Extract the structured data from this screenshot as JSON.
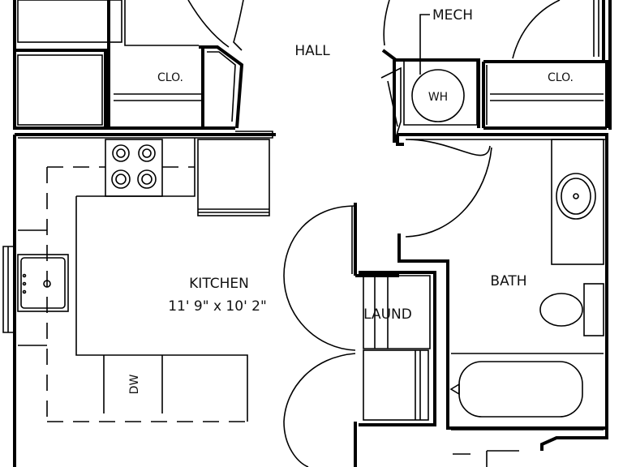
{
  "rooms": {
    "hall": "HALL",
    "mech": "MECH",
    "wh": "WH",
    "clo_left": "CLO.",
    "clo_right": "CLO.",
    "kitchen": "KITCHEN",
    "kitchen_dims": "11' 9\" x 10' 2\"",
    "laund": "LAUND",
    "bath": "BATH",
    "dw": "DW"
  }
}
